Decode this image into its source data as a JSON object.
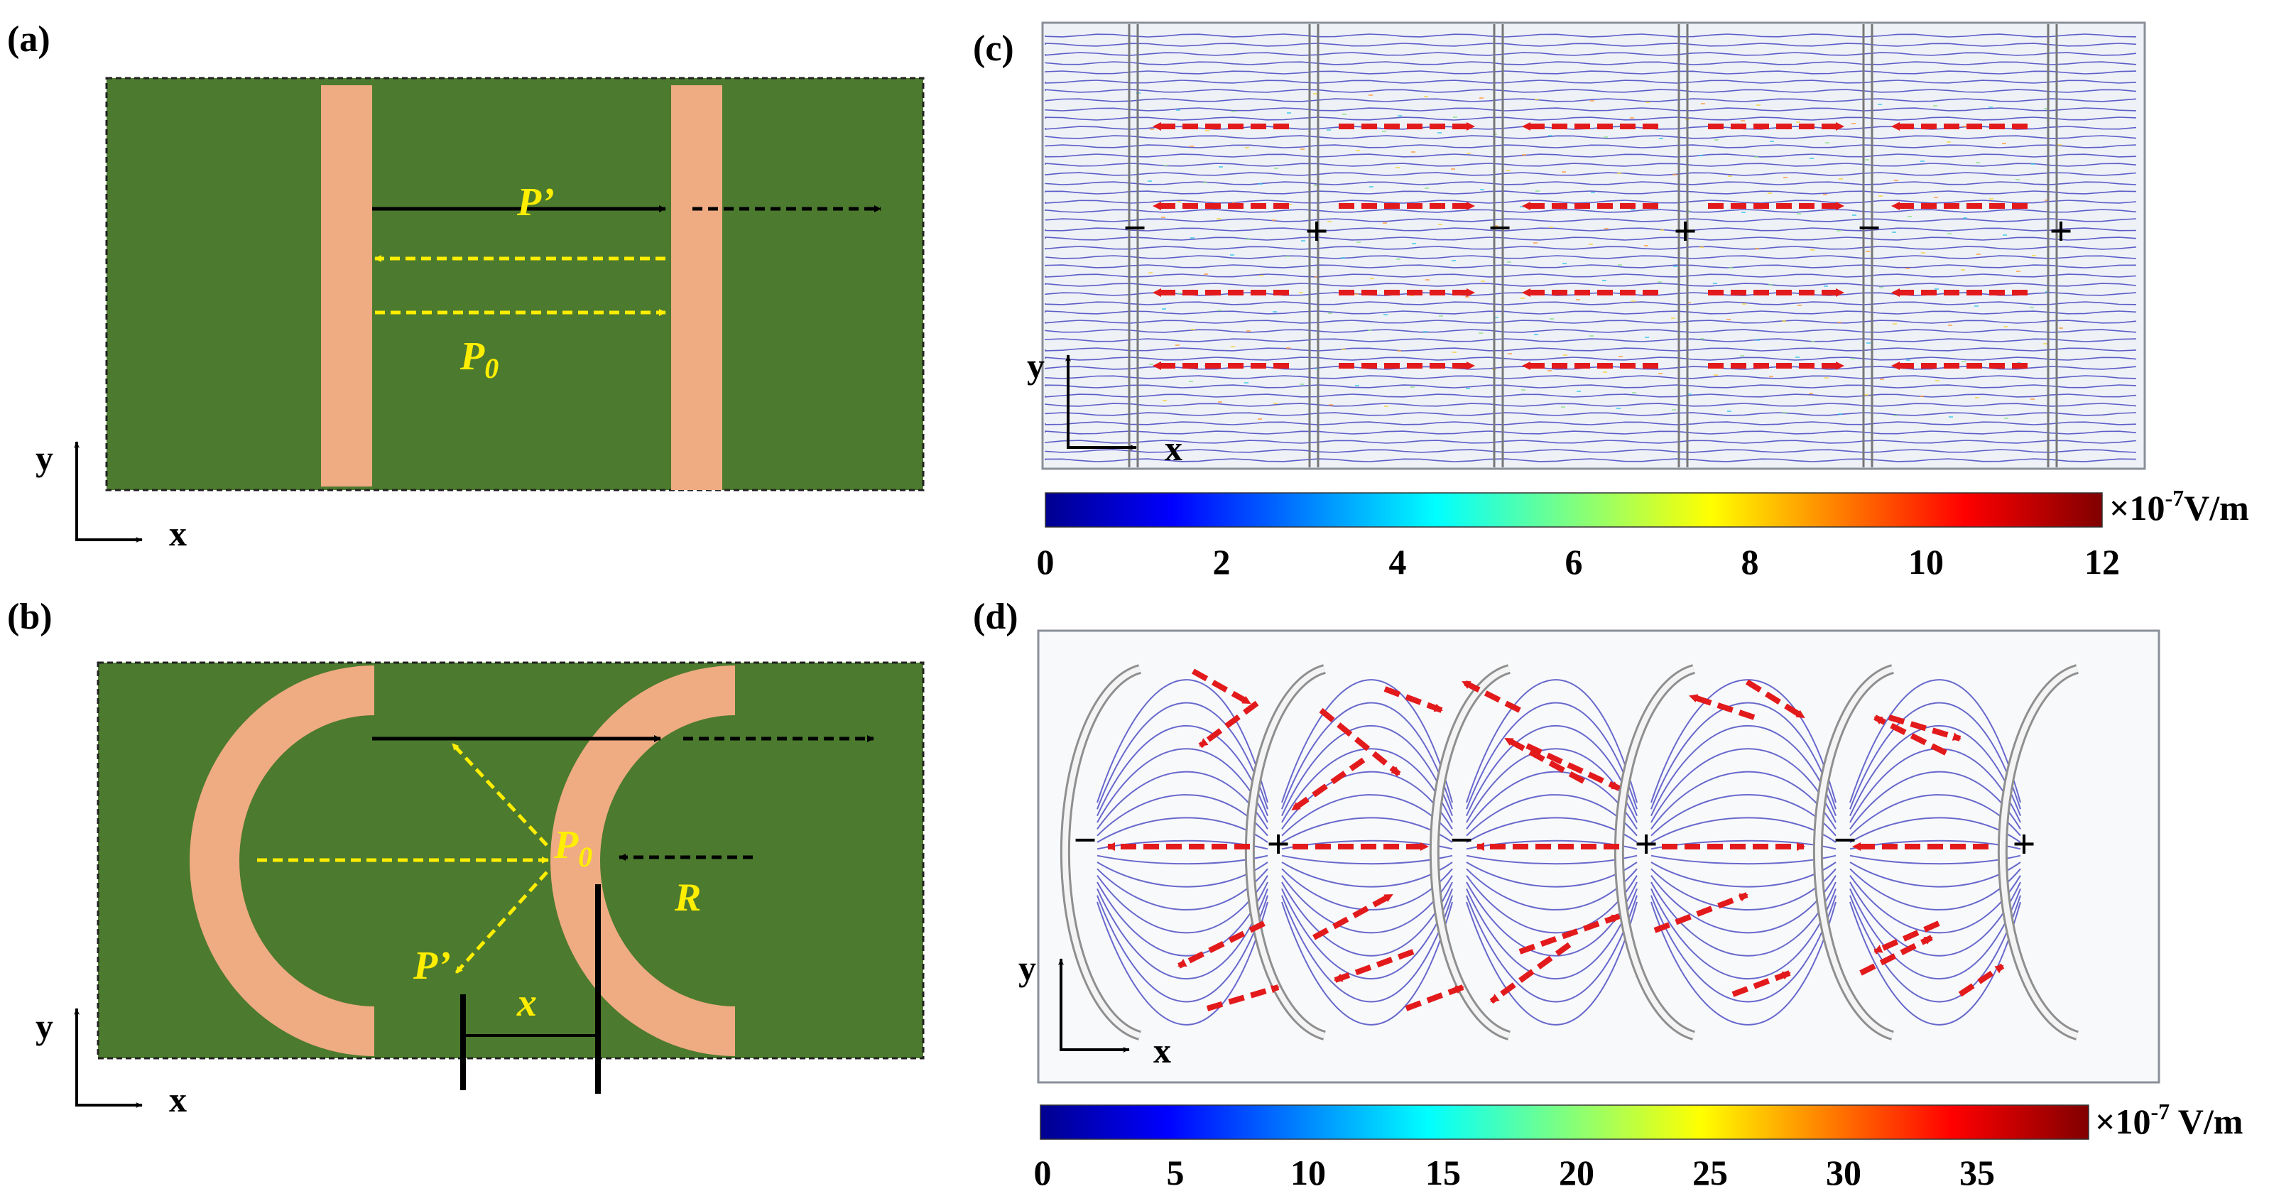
{
  "colors": {
    "background": "#4c7a2e",
    "resonator": "#efab82",
    "guide_arrow": "#ffee00",
    "field_arrow": "#e31a1c",
    "streamline": "#2b2bb8",
    "sign": "#000000"
  },
  "panels": {
    "a": {
      "label": "(a)",
      "P_prime": "P’",
      "P0_base": "P",
      "P0_sub": "0",
      "axis_x": "x",
      "axis_y": "y"
    },
    "b": {
      "label": "(b)",
      "P0_base": "P",
      "P0_sub": "0",
      "P_prime": "P’",
      "R_label": "R",
      "x_label": "x",
      "axis_x": "x",
      "axis_y": "y"
    },
    "c": {
      "label": "(c)",
      "axis_x": "x",
      "axis_y": "y",
      "signs": [
        "−",
        "+",
        "−",
        "+",
        "−",
        "+"
      ],
      "colorbar": {
        "ticks": [
          "0",
          "2",
          "4",
          "6",
          "8",
          "10",
          "12"
        ],
        "unit_prefix": "×10",
        "unit_exp": "-7",
        "unit_suffix": "V/m"
      }
    },
    "d": {
      "label": "(d)",
      "axis_x": "x",
      "axis_y": "y",
      "signs": [
        "−",
        "+",
        "−",
        "+",
        "−",
        "+"
      ],
      "colorbar": {
        "ticks": [
          "0",
          "5",
          "10",
          "15",
          "20",
          "25",
          "30",
          "35"
        ],
        "unit_prefix": "×10",
        "unit_exp": "-7",
        "unit_suffix": " V/m"
      }
    }
  }
}
